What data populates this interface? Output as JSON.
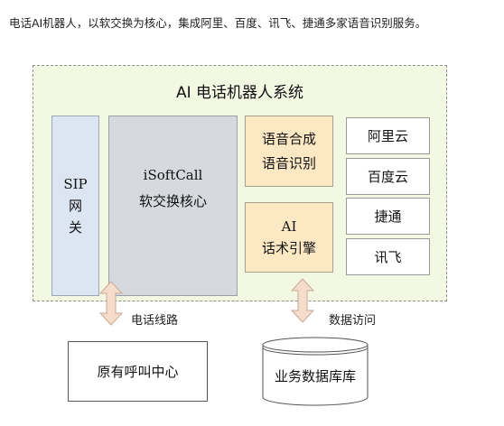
{
  "intro_text": "电话AI机器人，以软交换为核心，集成阿里、百度、讯飞、捷通多家语音识别服务。",
  "system_title": "AI 电话机器人系统",
  "sip": {
    "line1": "SIP",
    "line2": "网",
    "line3": "关"
  },
  "core": {
    "line1": "iSoftCall",
    "line2": "软交换核心"
  },
  "tts": {
    "line1": "语音合成",
    "line2": "语音识别"
  },
  "engine": {
    "line1": "AI",
    "line2": "话术引擎"
  },
  "vendors": [
    "阿里云",
    "百度云",
    "捷通",
    "讯飞"
  ],
  "phone_line_label": "电话线路",
  "data_access_label": "数据访问",
  "call_center": "原有呼叫中心",
  "database": "业务数据库库",
  "colors": {
    "system_bg": "#f3f8e3",
    "sip_bg": "#dbe6f2",
    "core_bg": "#d6d9de",
    "speech_bg": "#fde8c4",
    "arrow_fill": "#f6dccb"
  }
}
